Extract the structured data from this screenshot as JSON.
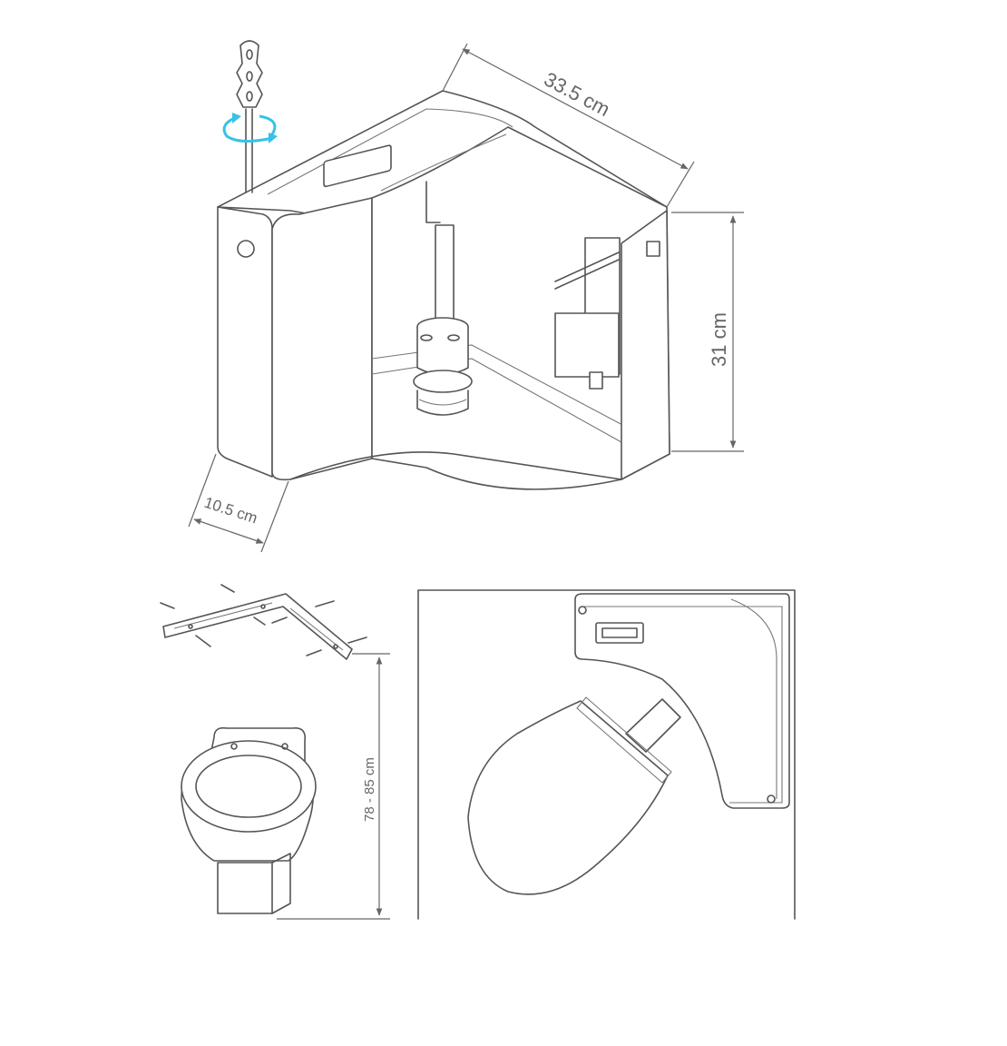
{
  "dimensions": {
    "width_label": "33.5 cm",
    "height_label": "31 cm",
    "depth_label": "10.5 cm",
    "mount_height_label": "78 - 85 cm"
  },
  "colors": {
    "line": "#555555",
    "dimension_text": "#666666",
    "rotation_arrow": "#35c3e6"
  },
  "icons": [
    "screwdriver-icon",
    "rotation-arrow-icon"
  ]
}
